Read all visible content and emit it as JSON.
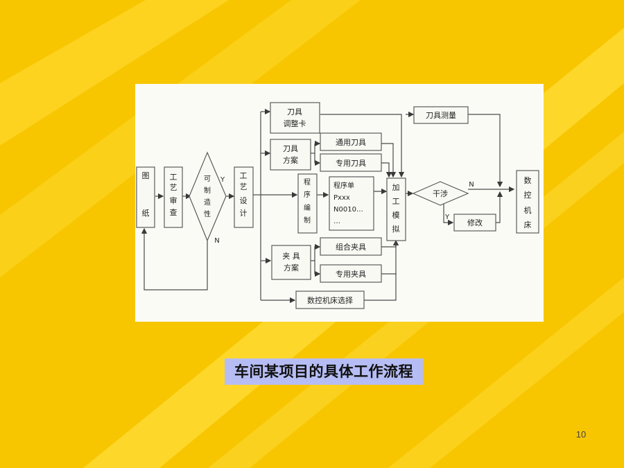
{
  "slide": {
    "caption": "车间某项目的具体工作流程",
    "page_number": "10",
    "colors": {
      "background": "#f7c600",
      "stripe": "#ffe14a",
      "caption_bg": "#b6bdf4"
    }
  },
  "flow": {
    "drawing": [
      "图",
      "纸"
    ],
    "process_review": [
      "工",
      "艺",
      "审",
      "查"
    ],
    "manufacturability": [
      "可",
      "制",
      "造",
      "性"
    ],
    "yes_label": "Y",
    "no_label": "N",
    "process_design": [
      "工",
      "艺",
      "设",
      "计"
    ],
    "tool_adjust_card": [
      "刀具",
      "调整卡"
    ],
    "tool_plan": [
      "刀具",
      "方案"
    ],
    "general_tool": "通用刀具",
    "special_tool": "专用刀具",
    "programming": [
      "程",
      "序",
      "编",
      "制"
    ],
    "program_sheet": [
      "程序单",
      "Pxxx",
      "N0010…",
      "…"
    ],
    "machining_sim": [
      "加",
      "工",
      "模",
      "拟"
    ],
    "tool_measure": "刀具测量",
    "interference": "干涉",
    "interference_no": "N",
    "interference_yes": "Y",
    "modify": "修改",
    "cnc_machine": [
      "数",
      "控",
      "机",
      "床"
    ],
    "fixture_plan": [
      "夹 具",
      "方案"
    ],
    "modular_fixture": "组合夹具",
    "special_fixture": "专用夹具",
    "cnc_select": "数控机床选择"
  }
}
